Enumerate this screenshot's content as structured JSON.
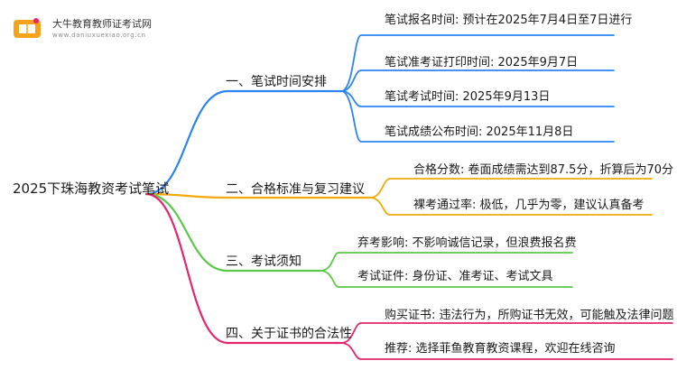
{
  "logo": {
    "title": "大牛教育教师证考试网",
    "url": "www.daniuxuexiao.org.cn"
  },
  "root": "2025下珠海教资考试笔试",
  "branches": [
    {
      "label": "一、笔试时间安排",
      "color": "#2b84f4",
      "leaves": [
        "笔试报名时间: 预计在2025年7月4日至7日进行",
        "笔试准考证打印时间: 2025年9月7日",
        "笔试考试时间: 2025年9月13日",
        "笔试成绩公布时间: 2025年11月8日"
      ]
    },
    {
      "label": "二、合格标准与复习建议",
      "color": "#f2a90a",
      "leaves": [
        "合格分数: 卷面成绩需达到87.5分，折算后为70分",
        "裸考通过率: 极低，几乎为零，建议认真备考"
      ]
    },
    {
      "label": "三、考试须知",
      "color": "#5cc84a",
      "leaves": [
        "弃考影响: 不影响诚信记录，但浪费报名费",
        "考试证件: 身份证、准考证、考试文具"
      ]
    },
    {
      "label": "四、关于证书的合法性",
      "color": "#e5246e",
      "leaves": [
        "购买证书: 违法行为，所购证书无效，可能触及法律问题",
        "推荐: 选择菲鱼教育教资课程，欢迎在线咨询"
      ]
    }
  ]
}
